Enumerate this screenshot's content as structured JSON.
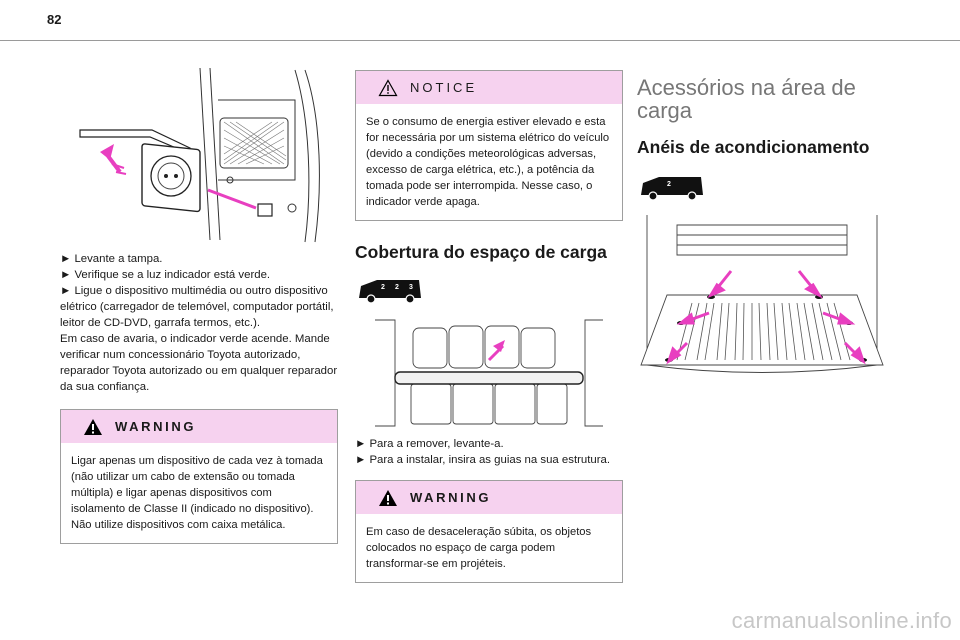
{
  "page": {
    "number": "82"
  },
  "col1": {
    "steps": [
      "► Levante a tampa.",
      "► Verifique se a luz indicador está verde.",
      "► Ligue o dispositivo multimédia ou outro dispositivo elétrico (carregador de telemóvel, computador portátil, leitor de CD-DVD, garrafa termos, etc.).",
      "Em caso de avaria, o indicador verde acende. Mande verificar num concessionário Toyota autorizado, reparador Toyota autorizado ou em qualquer reparador da sua confiança."
    ],
    "warning": {
      "title": "WARNING",
      "lines": [
        "Ligar apenas um dispositivo de cada vez à tomada (não utilizar um cabo de extensão ou tomada múltipla) e ligar apenas dispositivos com isolamento de Classe II (indicado no dispositivo).",
        "Não utilize dispositivos com caixa metálica."
      ]
    }
  },
  "col2": {
    "notice": {
      "title": "NOTICE",
      "text": "Se o consumo de energia estiver elevado e esta for necessária por um sistema elétrico do veículo (devido a condições meteorológicas adversas, excesso de carga elétrica, etc.), a potência da tomada pode ser interrompida. Nesse caso, o indicador verde apaga."
    },
    "heading": "Cobertura do espaço de carga",
    "van_badges": [
      "2",
      "2",
      "3"
    ],
    "steps": [
      "► Para a remover, levante-a.",
      "► Para a instalar, insira as guias na sua estrutura."
    ],
    "warning": {
      "title": "WARNING",
      "text": "Em caso de desaceleração súbita, os objetos colocados no espaço de carga podem transformar-se em projéteis."
    }
  },
  "col3": {
    "section_title": "Acessórios na área de carga",
    "heading": "Anéis de acondicionamento",
    "van_badge": "2"
  },
  "icons": {
    "accent": "#e83fc0",
    "warning_fill": "#000000"
  },
  "watermark": "carmanualsonline.info"
}
